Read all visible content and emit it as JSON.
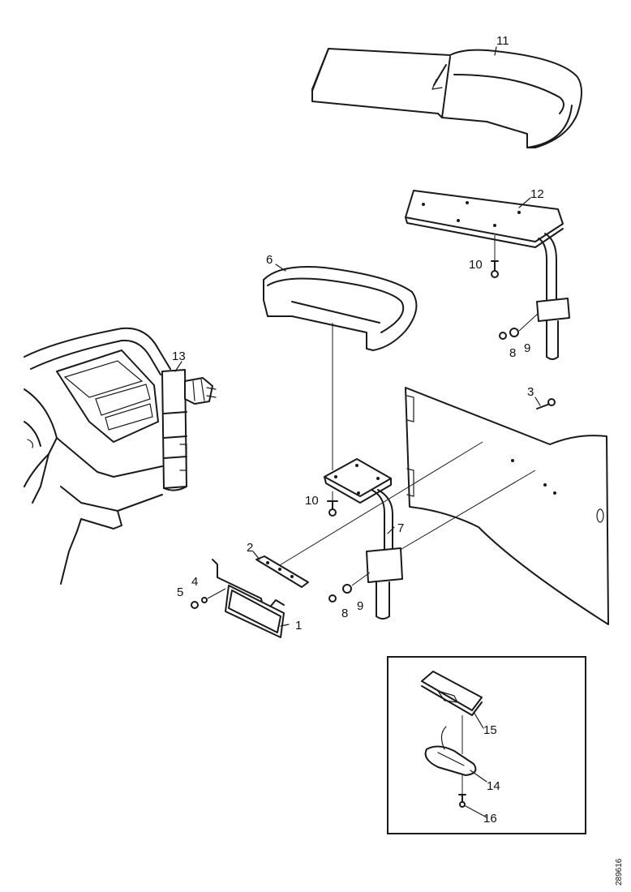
{
  "parts": [
    {
      "id": "p1",
      "label": "1"
    },
    {
      "id": "p2",
      "label": "2"
    },
    {
      "id": "p3",
      "label": "3"
    },
    {
      "id": "p4",
      "label": "4"
    },
    {
      "id": "p5",
      "label": "5"
    },
    {
      "id": "p6",
      "label": "6"
    },
    {
      "id": "p7",
      "label": "7"
    },
    {
      "id": "p8a",
      "label": "8"
    },
    {
      "id": "p8b",
      "label": "8"
    },
    {
      "id": "p9a",
      "label": "9"
    },
    {
      "id": "p9b",
      "label": "9"
    },
    {
      "id": "p10a",
      "label": "10"
    },
    {
      "id": "p10b",
      "label": "10"
    },
    {
      "id": "p11",
      "label": "11"
    },
    {
      "id": "p12",
      "label": "12"
    },
    {
      "id": "p13",
      "label": "13"
    },
    {
      "id": "p14",
      "label": "14"
    },
    {
      "id": "p15",
      "label": "15"
    },
    {
      "id": "p16",
      "label": "16"
    }
  ],
  "reference_code": "289616"
}
